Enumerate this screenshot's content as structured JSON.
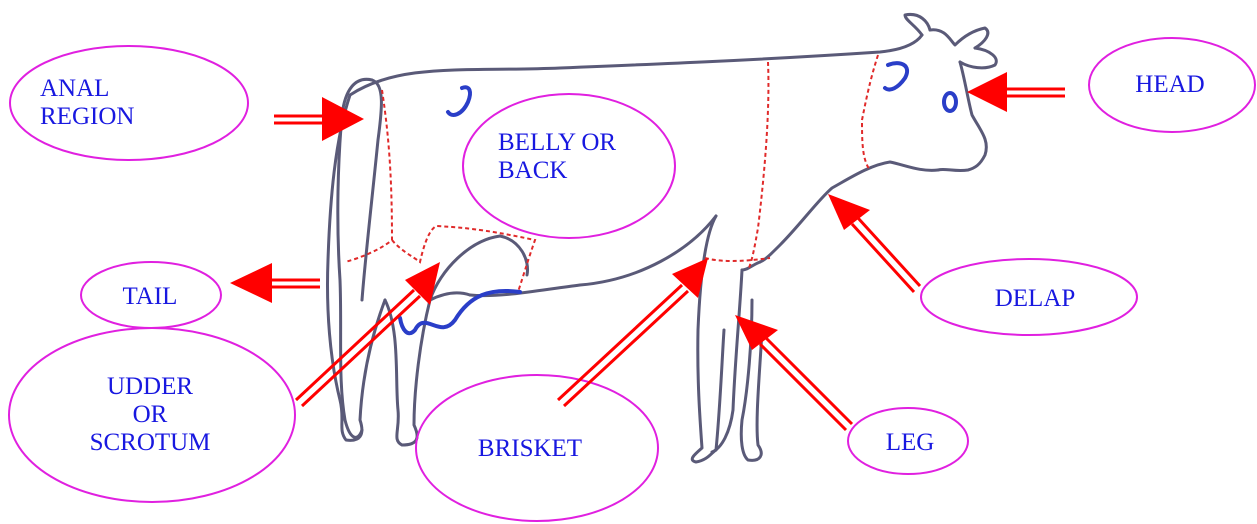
{
  "colors": {
    "label_text": "#1818e0",
    "ellipse_stroke": "#e020e0",
    "arrow": "#ff0000",
    "outline": "#5a5a78",
    "region_lines": "#e02a2a",
    "markings": "#2a3ec8"
  },
  "labels": {
    "anal_region": "ANAL\nREGION",
    "belly_or_back": "BELLY OR\nBACK",
    "head": "HEAD",
    "tail": "TAIL",
    "delap": "DELAP",
    "udder_or_scrotum": "UDDER\nOR\nSCROTUM",
    "brisket": "BRISKET",
    "leg": "LEG"
  },
  "icons": [
    "cow-illustration",
    "arrow"
  ]
}
